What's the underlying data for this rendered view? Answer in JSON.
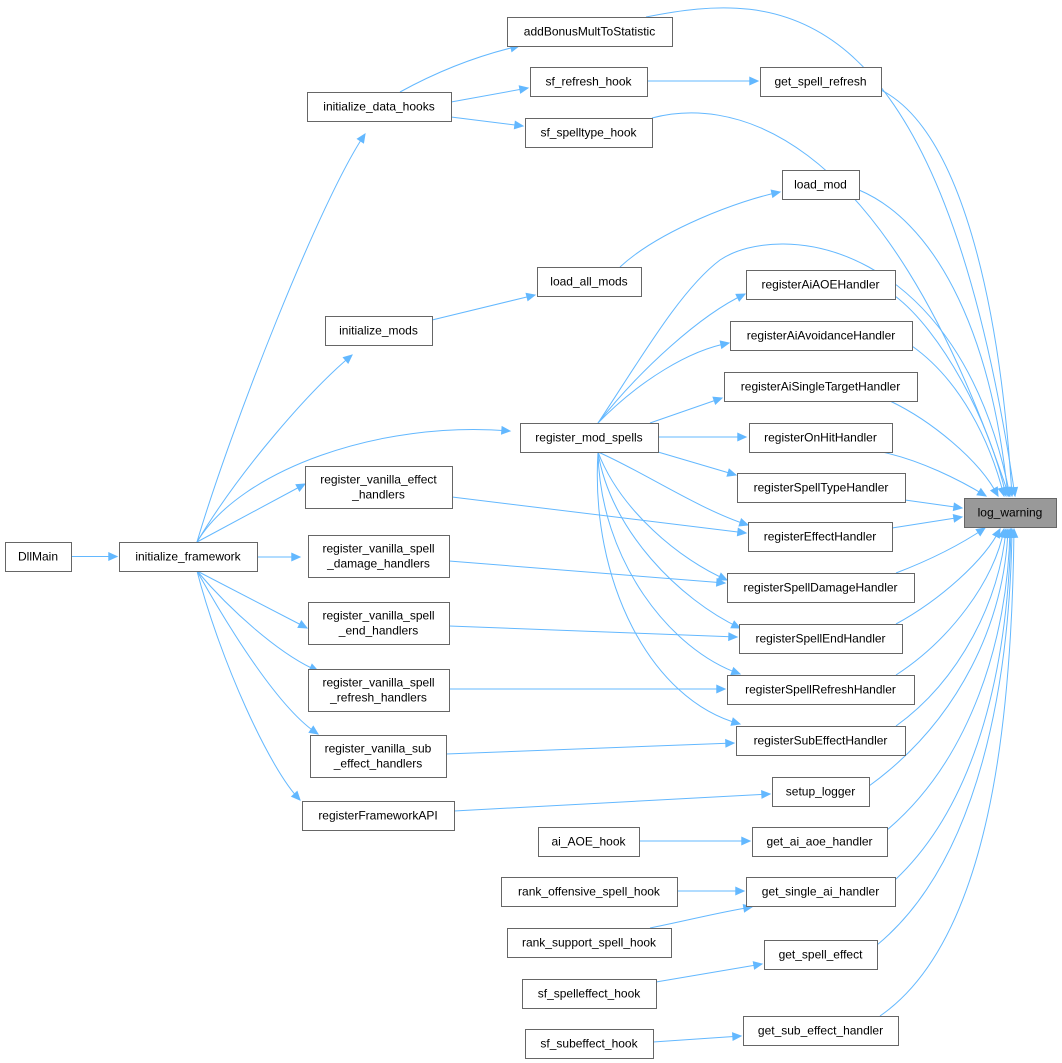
{
  "diagram": {
    "type": "call-graph",
    "root": "log_warning",
    "colors": {
      "edge": "#63b8ff",
      "root_fill": "#999999",
      "node_fill": "#ffffff",
      "node_border": "#666666"
    },
    "nodes": [
      {
        "id": "DllMain",
        "lines": [
          "DllMain"
        ]
      },
      {
        "id": "initialize_framework",
        "lines": [
          "initialize_framework"
        ]
      },
      {
        "id": "initialize_data_hooks",
        "lines": [
          "initialize_data_hooks"
        ]
      },
      {
        "id": "initialize_mods",
        "lines": [
          "initialize_mods"
        ]
      },
      {
        "id": "register_vanilla_effect_handlers",
        "lines": [
          "register_vanilla_effect",
          "_handlers"
        ]
      },
      {
        "id": "register_vanilla_spell_damage_handlers",
        "lines": [
          "register_vanilla_spell",
          "_damage_handlers"
        ]
      },
      {
        "id": "register_vanilla_spell_end_handlers",
        "lines": [
          "register_vanilla_spell",
          "_end_handlers"
        ]
      },
      {
        "id": "register_vanilla_spell_refresh_handlers",
        "lines": [
          "register_vanilla_spell",
          "_refresh_handlers"
        ]
      },
      {
        "id": "register_vanilla_sub_effect_handlers",
        "lines": [
          "register_vanilla_sub",
          "_effect_handlers"
        ]
      },
      {
        "id": "registerFrameworkAPI",
        "lines": [
          "registerFrameworkAPI"
        ]
      },
      {
        "id": "addBonusMultToStatistic",
        "lines": [
          "addBonusMultToStatistic"
        ]
      },
      {
        "id": "sf_refresh_hook",
        "lines": [
          "sf_refresh_hook"
        ]
      },
      {
        "id": "sf_spelltype_hook",
        "lines": [
          "sf_spelltype_hook"
        ]
      },
      {
        "id": "load_all_mods",
        "lines": [
          "load_all_mods"
        ]
      },
      {
        "id": "register_mod_spells",
        "lines": [
          "register_mod_spells"
        ]
      },
      {
        "id": "ai_AOE_hook",
        "lines": [
          "ai_AOE_hook"
        ]
      },
      {
        "id": "rank_offensive_spell_hook",
        "lines": [
          "rank_offensive_spell_hook"
        ]
      },
      {
        "id": "rank_support_spell_hook",
        "lines": [
          "rank_support_spell_hook"
        ]
      },
      {
        "id": "sf_spelleffect_hook",
        "lines": [
          "sf_spelleffect_hook"
        ]
      },
      {
        "id": "sf_subeffect_hook",
        "lines": [
          "sf_subeffect_hook"
        ]
      },
      {
        "id": "get_spell_refresh",
        "lines": [
          "get_spell_refresh"
        ]
      },
      {
        "id": "load_mod",
        "lines": [
          "load_mod"
        ]
      },
      {
        "id": "registerAiAOEHandler",
        "lines": [
          "registerAiAOEHandler"
        ]
      },
      {
        "id": "registerAiAvoidanceHandler",
        "lines": [
          "registerAiAvoidanceHandler"
        ]
      },
      {
        "id": "registerAiSingleTargetHandler",
        "lines": [
          "registerAiSingleTargetHandler"
        ]
      },
      {
        "id": "registerOnHitHandler",
        "lines": [
          "registerOnHitHandler"
        ]
      },
      {
        "id": "registerSpellTypeHandler",
        "lines": [
          "registerSpellTypeHandler"
        ]
      },
      {
        "id": "registerEffectHandler",
        "lines": [
          "registerEffectHandler"
        ]
      },
      {
        "id": "registerSpellDamageHandler",
        "lines": [
          "registerSpellDamageHandler"
        ]
      },
      {
        "id": "registerSpellEndHandler",
        "lines": [
          "registerSpellEndHandler"
        ]
      },
      {
        "id": "registerSpellRefreshHandler",
        "lines": [
          "registerSpellRefreshHandler"
        ]
      },
      {
        "id": "registerSubEffectHandler",
        "lines": [
          "registerSubEffectHandler"
        ]
      },
      {
        "id": "setup_logger",
        "lines": [
          "setup_logger"
        ]
      },
      {
        "id": "get_ai_aoe_handler",
        "lines": [
          "get_ai_aoe_handler"
        ]
      },
      {
        "id": "get_single_ai_handler",
        "lines": [
          "get_single_ai_handler"
        ]
      },
      {
        "id": "get_spell_effect",
        "lines": [
          "get_spell_effect"
        ]
      },
      {
        "id": "get_sub_effect_handler",
        "lines": [
          "get_sub_effect_handler"
        ]
      },
      {
        "id": "log_warning",
        "lines": [
          "log_warning"
        ]
      }
    ],
    "edges": [
      [
        "DllMain",
        "initialize_framework"
      ],
      [
        "initialize_framework",
        "initialize_data_hooks"
      ],
      [
        "initialize_framework",
        "initialize_mods"
      ],
      [
        "initialize_framework",
        "register_mod_spells"
      ],
      [
        "initialize_framework",
        "register_vanilla_effect_handlers"
      ],
      [
        "initialize_framework",
        "register_vanilla_spell_damage_handlers"
      ],
      [
        "initialize_framework",
        "register_vanilla_spell_end_handlers"
      ],
      [
        "initialize_framework",
        "register_vanilla_spell_refresh_handlers"
      ],
      [
        "initialize_framework",
        "register_vanilla_sub_effect_handlers"
      ],
      [
        "initialize_framework",
        "registerFrameworkAPI"
      ],
      [
        "initialize_data_hooks",
        "addBonusMultToStatistic"
      ],
      [
        "initialize_data_hooks",
        "sf_refresh_hook"
      ],
      [
        "initialize_data_hooks",
        "sf_spelltype_hook"
      ],
      [
        "initialize_mods",
        "load_all_mods"
      ],
      [
        "load_all_mods",
        "load_mod"
      ],
      [
        "sf_refresh_hook",
        "get_spell_refresh"
      ],
      [
        "register_mod_spells",
        "log_warning"
      ],
      [
        "register_mod_spells",
        "registerAiAOEHandler"
      ],
      [
        "register_mod_spells",
        "registerAiAvoidanceHandler"
      ],
      [
        "register_mod_spells",
        "registerAiSingleTargetHandler"
      ],
      [
        "register_mod_spells",
        "registerOnHitHandler"
      ],
      [
        "register_mod_spells",
        "registerSpellTypeHandler"
      ],
      [
        "register_mod_spells",
        "registerEffectHandler"
      ],
      [
        "register_mod_spells",
        "registerSpellDamageHandler"
      ],
      [
        "register_mod_spells",
        "registerSpellEndHandler"
      ],
      [
        "register_mod_spells",
        "registerSpellRefreshHandler"
      ],
      [
        "register_mod_spells",
        "registerSubEffectHandler"
      ],
      [
        "register_vanilla_effect_handlers",
        "registerEffectHandler"
      ],
      [
        "register_vanilla_spell_damage_handlers",
        "registerSpellDamageHandler"
      ],
      [
        "register_vanilla_spell_end_handlers",
        "registerSpellEndHandler"
      ],
      [
        "register_vanilla_spell_refresh_handlers",
        "registerSpellRefreshHandler"
      ],
      [
        "register_vanilla_sub_effect_handlers",
        "registerSubEffectHandler"
      ],
      [
        "registerFrameworkAPI",
        "setup_logger"
      ],
      [
        "ai_AOE_hook",
        "get_ai_aoe_handler"
      ],
      [
        "rank_offensive_spell_hook",
        "get_single_ai_handler"
      ],
      [
        "rank_support_spell_hook",
        "get_single_ai_handler"
      ],
      [
        "sf_spelleffect_hook",
        "get_spell_effect"
      ],
      [
        "sf_subeffect_hook",
        "get_sub_effect_handler"
      ],
      [
        "addBonusMultToStatistic",
        "log_warning"
      ],
      [
        "get_spell_refresh",
        "log_warning"
      ],
      [
        "sf_spelltype_hook",
        "log_warning"
      ],
      [
        "load_mod",
        "log_warning"
      ],
      [
        "registerAiAOEHandler",
        "log_warning"
      ],
      [
        "registerAiAvoidanceHandler",
        "log_warning"
      ],
      [
        "registerAiSingleTargetHandler",
        "log_warning"
      ],
      [
        "registerOnHitHandler",
        "log_warning"
      ],
      [
        "registerSpellTypeHandler",
        "log_warning"
      ],
      [
        "registerEffectHandler",
        "log_warning"
      ],
      [
        "registerSpellDamageHandler",
        "log_warning"
      ],
      [
        "registerSpellEndHandler",
        "log_warning"
      ],
      [
        "registerSpellRefreshHandler",
        "log_warning"
      ],
      [
        "registerSubEffectHandler",
        "log_warning"
      ],
      [
        "setup_logger",
        "log_warning"
      ],
      [
        "get_ai_aoe_handler",
        "log_warning"
      ],
      [
        "get_single_ai_handler",
        "log_warning"
      ],
      [
        "get_spell_effect",
        "log_warning"
      ],
      [
        "get_sub_effect_handler",
        "log_warning"
      ]
    ]
  }
}
